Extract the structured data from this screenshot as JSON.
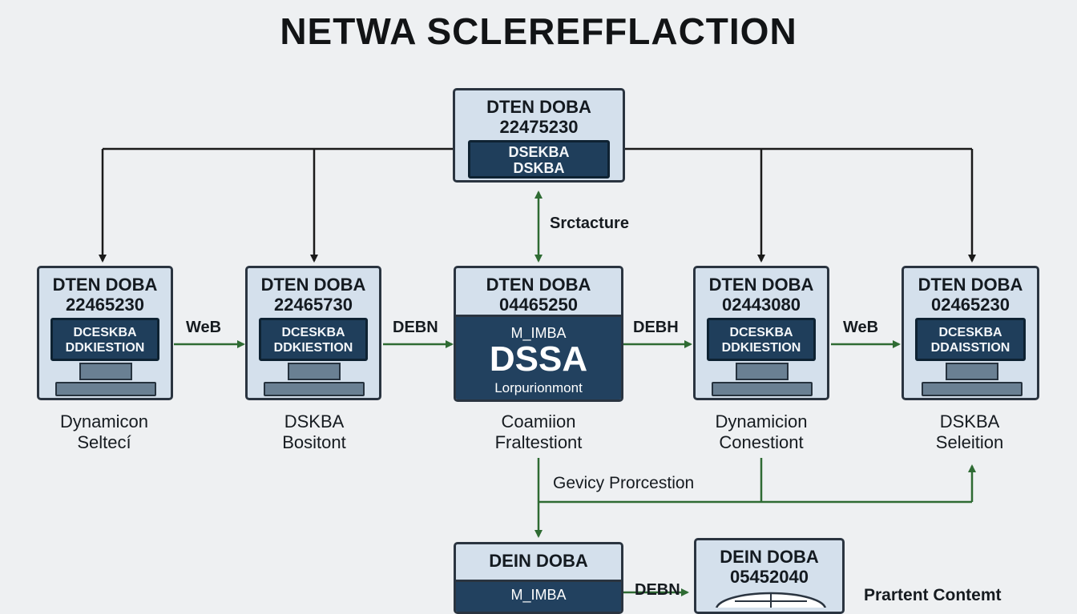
{
  "title": "NETWA SCLEREFFLACTION",
  "top_node": {
    "line1": "DTEN DOBA",
    "line2": "22475230",
    "screen1": "DSEKBA",
    "screen2": "DSKBA"
  },
  "vertical_label": "Srctacture",
  "nodes": [
    {
      "line1": "DTEN DOBA",
      "line2": "22465230",
      "screen1": "DCESKBA",
      "screen2": "DDKIESTION",
      "caption1": "Dynamicon",
      "caption2": "Seltecí"
    },
    {
      "line1": "DTEN DOBA",
      "line2": "22465730",
      "screen1": "DCESKBA",
      "screen2": "DDKIESTION",
      "caption1": "DSKBA",
      "caption2": "Bositont"
    },
    {
      "line1": "DTEN DOBA",
      "line2": "04465250",
      "screen1": "M_IMBA",
      "screen2": "DSSA",
      "screen3": "Lorpurionmont",
      "caption1": "Coamiion",
      "caption2": "Fraltestiont"
    },
    {
      "line1": "DTEN DOBA",
      "line2": "02443080",
      "screen1": "DCESKBA",
      "screen2": "DDKIESTION",
      "caption1": "Dynamicion",
      "caption2": "Conestiont"
    },
    {
      "line1": "DTEN DOBA",
      "line2": "02465230",
      "screen1": "DCESKBA",
      "screen2": "DDAISSTION",
      "caption1": "DSKBA",
      "caption2": "Seleition"
    }
  ],
  "edge_labels": [
    "WeB",
    "DEBN",
    "DEBH",
    "WeB"
  ],
  "lower_label": "Gevicy Prorcestion",
  "bottom_nodes": [
    {
      "line1": "DEIN DOBA",
      "screen1": "M_IMBA"
    },
    {
      "line1": "DEIN DOBA",
      "line2": "05452040"
    }
  ],
  "bottom_edge_label": "DEBN",
  "bottom_right_label": "Prartent Contemt",
  "colors": {
    "background": "#eef0f2",
    "node_fill": "#d4e0ec",
    "screen": "#1f3e5b",
    "arrow_black": "#1a1a1a",
    "arrow_green": "#2e6b33"
  }
}
